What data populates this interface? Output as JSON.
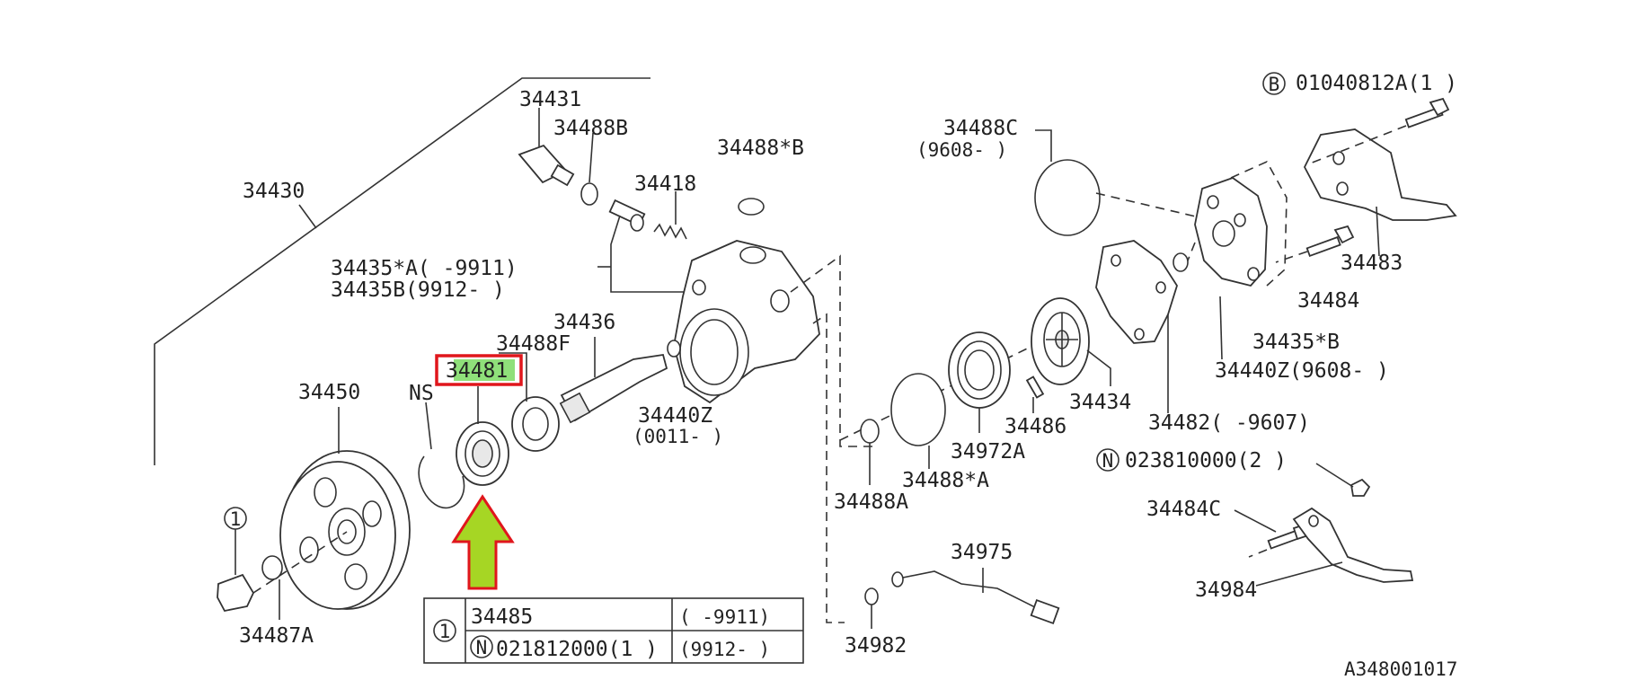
{
  "diagram": {
    "labels": {
      "p34430": "34430",
      "p34431": "34431",
      "p34488B_top": "34488B",
      "p34488starB": "34488*B",
      "p34418": "34418",
      "p34435A": "34435*A( -9911)",
      "p34435B": "34435B(9912- )",
      "p34436": "34436",
      "p34488F": "34488F",
      "p34481": "34481",
      "p34450": "34450",
      "pNS": "NS",
      "p34440Z_left": "34440Z",
      "p34440Z_left_range": "(0011- )",
      "p34487A": "34487A",
      "p34488C": "34488C",
      "p34488C_range": "(9608- )",
      "bolt_B_part": "01040812A(1 )",
      "p34483": "34483",
      "p34484": "34484",
      "p34435starB": "34435*B",
      "p34440Z_right": "34440Z(9608- )",
      "p34434": "34434",
      "p34486": "34486",
      "p34482": "34482( -9607)",
      "p34972A": "34972A",
      "p34488starA": "34488*A",
      "p34488A": "34488A",
      "nut_N_part": "023810000(2 )",
      "p34484C": "34484C",
      "p34984": "34984",
      "p34975": "34975",
      "p34982": "34982",
      "diagram_code": "A348001017"
    },
    "circle_marks": {
      "one": "1",
      "B": "B",
      "N": "N"
    },
    "colors": {
      "highlight_box": "#e0161c",
      "highlight_text_bg": "#8fe07a",
      "arrow_fill": "#a6d624",
      "arrow_stroke": "#e0161c"
    }
  },
  "legend_table": {
    "rows": [
      {
        "part": "34485",
        "range": "( -9911)"
      },
      {
        "part": "021812000(1 )",
        "range": "(9912- )"
      }
    ]
  }
}
